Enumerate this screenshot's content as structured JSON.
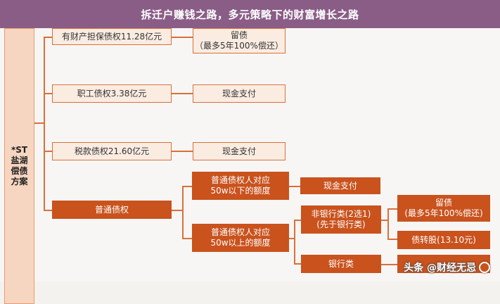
{
  "title": "拆迁户赚钱之路，多元策略下的财富增长之路",
  "colors": {
    "title_bar": "#8a5d86",
    "solid_box": "#c9521d",
    "outline_border": "#d9703a",
    "root_fill": "#f7d6c1"
  },
  "diagram": {
    "root": "*ST\n盐湖\n偿债\n方案",
    "branches": {
      "secured": "有财产担保债权11.28亿元",
      "secured_result": "留债\n（最多5年100%偿还）",
      "employee": "职工债权3.38亿元",
      "employee_result": "现金支付",
      "tax": "税款债权21.60亿元",
      "tax_result": "现金支付",
      "ordinary": "普通债权",
      "ord_under": "普通债权人对应\n50w以下的额度",
      "ord_under_result": "现金支付",
      "ord_over": "普通债权人对应\n50w以上的额度",
      "non_bank": "非银行类(2选1)\n(先于银行类)",
      "non_bank_opt1": "留债\n(最多5年100%偿还)",
      "non_bank_opt2": "债转股(13.10元)",
      "bank": "银行类"
    }
  },
  "watermark": "头条 @财经无忌"
}
